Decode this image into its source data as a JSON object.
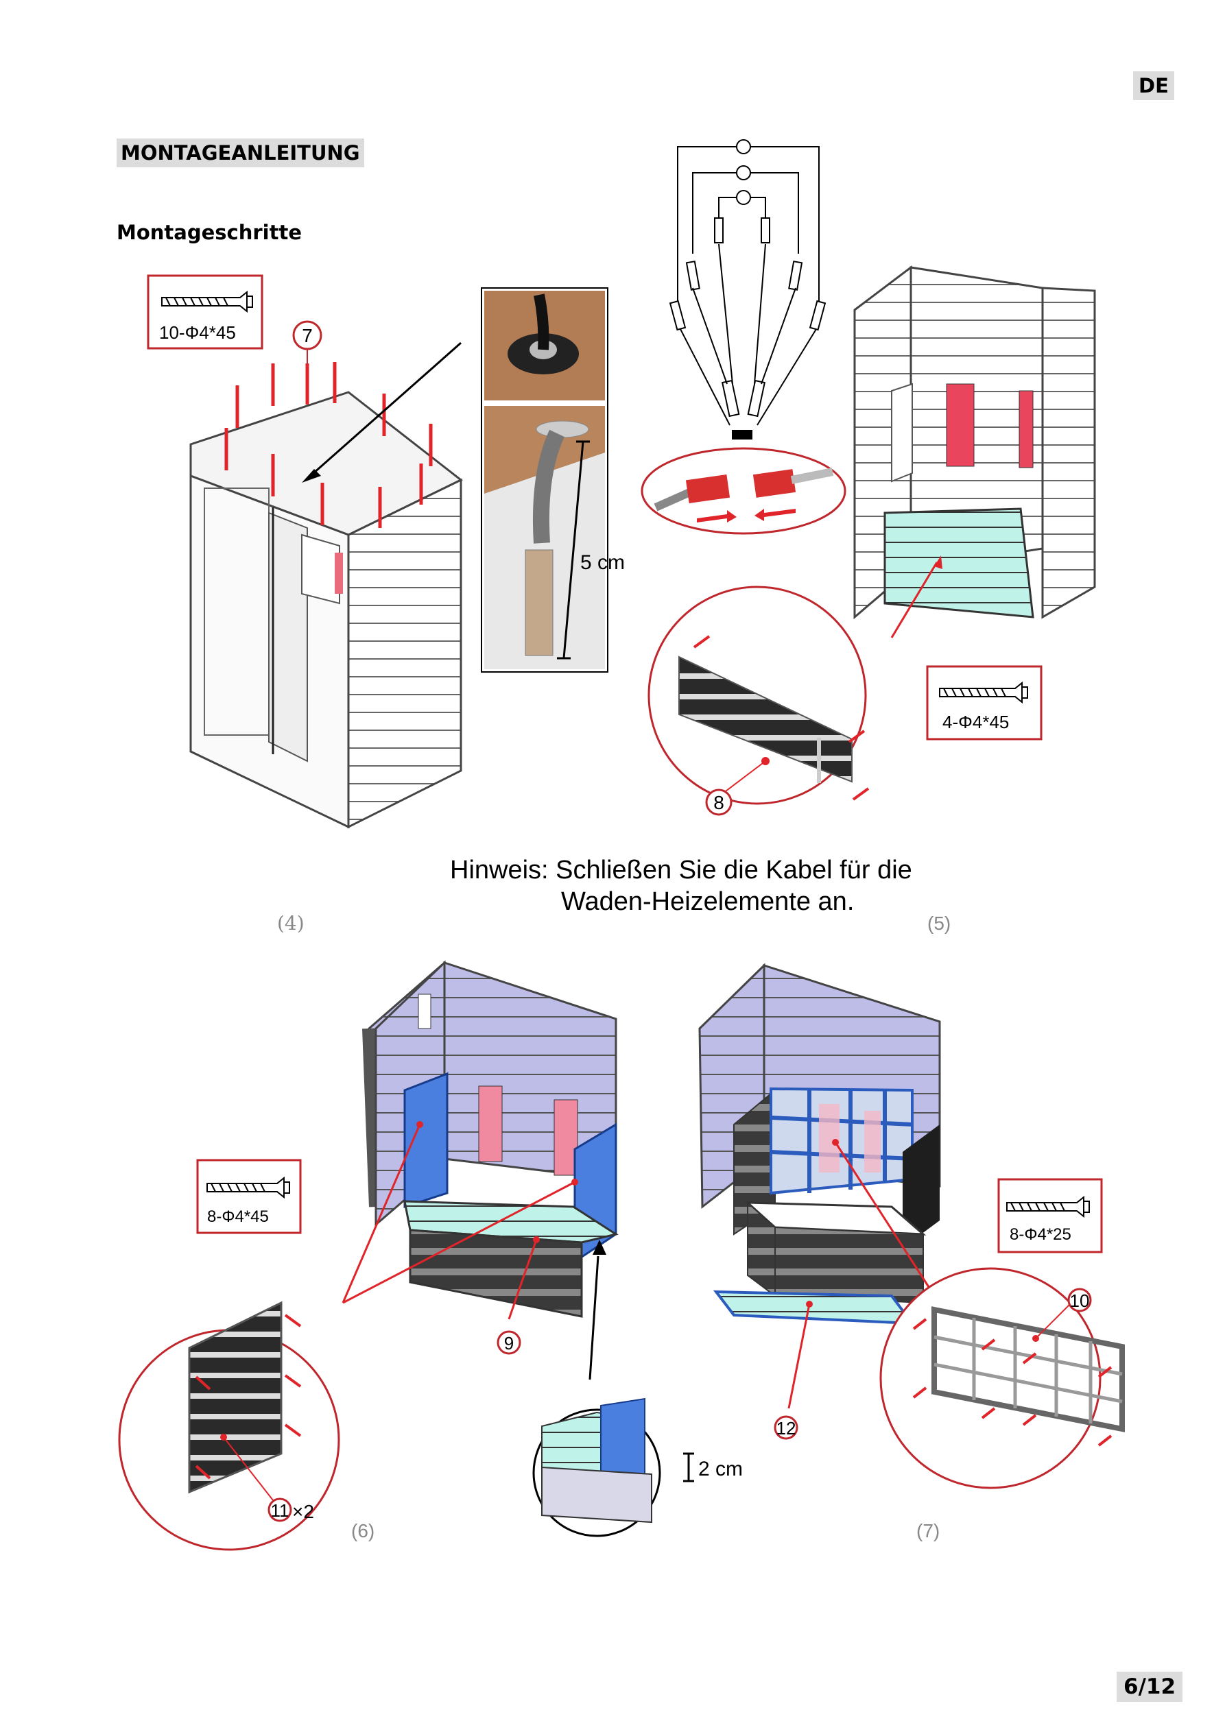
{
  "header": {
    "language": "DE"
  },
  "section_title": "MONTAGEANLEITUNG",
  "subtitle": "Montageschritte",
  "note": {
    "line1": "Hinweis: Schließen Sie die Kabel für die",
    "line2": "Waden-Heizelemente an."
  },
  "steps": [
    {
      "label": "(4)",
      "screw": "10-Φ4*45",
      "part": "7",
      "measure": "5 cm"
    },
    {
      "label": "(5)",
      "screw": "4-Φ4*45",
      "part": "8"
    },
    {
      "label": "(6)",
      "screw": "8-Φ4*45",
      "part": "9",
      "part2": "11",
      "part2_qty": "×2",
      "measure": "2 cm"
    },
    {
      "label": "(7)",
      "screw": "8-Φ4*25",
      "part": "10",
      "part2": "12"
    }
  ],
  "colors": {
    "marker_red": "#e0242a",
    "panel_blue": "#4a7fe0",
    "bench_cyan": "#bff3ea",
    "wall_lilac": "#bdbde8",
    "heater_pink": "#f08aa0"
  },
  "footer": {
    "page": "6/12"
  }
}
